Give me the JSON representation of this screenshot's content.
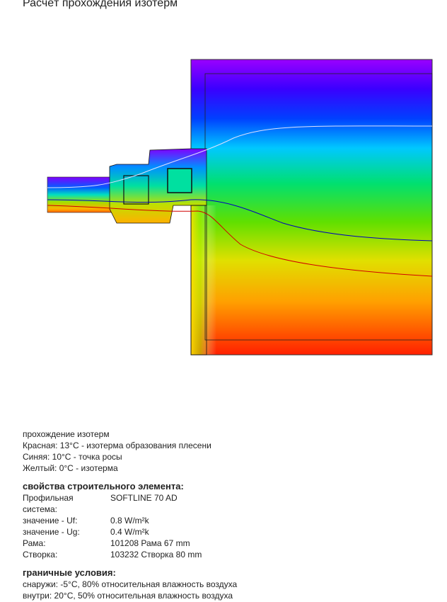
{
  "title": "Расчёт прохождения изотерм",
  "legend": {
    "heading": "прохождение изотерм",
    "lines": [
      "Красная: 13°C - изотерма образования плесени",
      "Синяя: 10°C - точка росы",
      "Желтый: 0°C - изотерма"
    ]
  },
  "properties": {
    "heading": "свойства строительного элемента:",
    "rows": [
      {
        "key": "Профильная система:",
        "value": "SOFTLINE 70 AD"
      },
      {
        "key": "значение - Uf:",
        "value": "0.8 W/m²k"
      },
      {
        "key": "значение - Ug:",
        "value": "0.4 W/m²k"
      },
      {
        "key": "Рама:",
        "value": "101208 Рама 67 mm"
      },
      {
        "key": "Створка:",
        "value": "103232 Створка 80 mm"
      }
    ]
  },
  "boundary": {
    "heading": "граничные условия:",
    "lines": [
      "снаружи: -5°C, 80% относительная влажность воздуха",
      "внутри: 20°C, 50% относительная влажность воздуха"
    ]
  },
  "colors": {
    "red_isotherm": "#d00000",
    "blue_isotherm": "#0000c0",
    "yellow_isotherm": "#c8c800"
  }
}
